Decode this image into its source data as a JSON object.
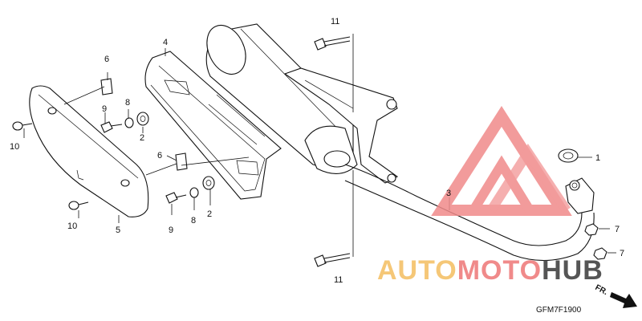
{
  "diagram": {
    "part_labels": {
      "p1": "1",
      "p2a": "2",
      "p2b": "2",
      "p3": "3",
      "p4": "4",
      "p5": "5",
      "p6a": "6",
      "p6b": "6",
      "p7a": "7",
      "p7b": "7",
      "p8a": "8",
      "p8b": "8",
      "p9a": "9",
      "p9b": "9",
      "p10a": "10",
      "p10b": "10",
      "p11a": "11",
      "p11b": "11"
    },
    "direction_label": "FR.",
    "diagram_code": "GFM7F1900"
  },
  "watermark": {
    "text_part1": "AUTO",
    "text_part2": "MOTO",
    "text_part3": "HUB",
    "color_primary": "#f08a8a",
    "color_secondary": "#f5c777",
    "color_dark": "#555555"
  }
}
